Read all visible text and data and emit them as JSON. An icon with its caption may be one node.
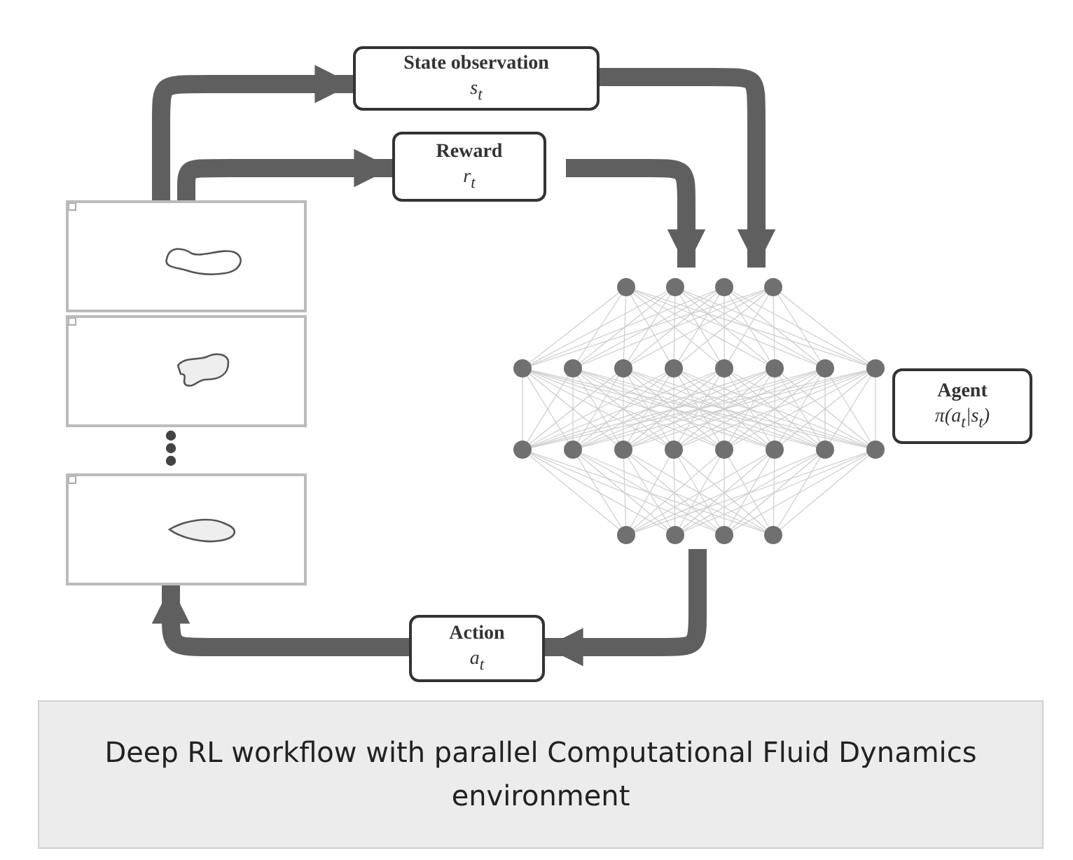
{
  "diagram": {
    "caption": "Deep RL workflow with parallel Computational Fluid Dynamics environment",
    "nodes": [
      {
        "text": [
          "State observation",
          "s$_{t}$"
        ]
      },
      {
        "text": [
          "Reward",
          "r$_{t}$"
        ]
      },
      {
        "text": [],
        "shape": "picture"
      },
      {
        "text": [],
        "shape": "picture"
      },
      {
        "text": [],
        "shape": "picture"
      },
      {
        "text": [],
        "shape": "picture"
      },
      {
        "text": [
          "Agent",
          "π(a$_{t}$|s$_{t}$)"
        ]
      },
      {
        "text": [
          "Action",
          "a$_{t}$"
        ]
      }
    ],
    "edges": [
      {
        "from": 2,
        "to": 0,
        "arrow": "to"
      },
      {
        "from": 2,
        "to": 1,
        "arrow": "to"
      },
      {
        "from": 0,
        "to": 5,
        "arrow": "to"
      },
      {
        "from": 1,
        "to": 5,
        "arrow": "to"
      },
      {
        "from": 5,
        "to": 7,
        "arrow": "to"
      },
      {
        "from": 7,
        "to": 4,
        "arrow": "to"
      }
    ]
  }
}
